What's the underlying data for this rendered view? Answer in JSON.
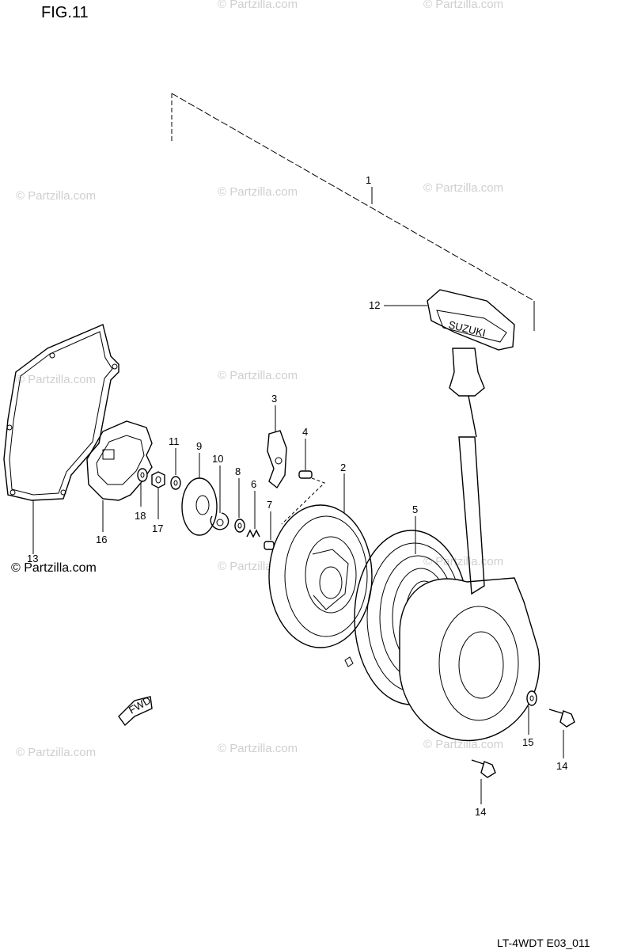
{
  "figure": {
    "title": "FIG.11",
    "code": "LT-4WDT E03_011",
    "fwd_label": "FWD",
    "handle_text": "SUZUKI"
  },
  "watermarks": {
    "text": "© Partzilla.com",
    "dark_text": "© Partzilla.com"
  },
  "callouts": {
    "c1": "1",
    "c2": "2",
    "c3": "3",
    "c4": "4",
    "c5": "5",
    "c6": "6",
    "c7": "7",
    "c8": "8",
    "c9": "9",
    "c10": "10",
    "c11": "11",
    "c12": "12",
    "c13": "13",
    "c14a": "14",
    "c14b": "14",
    "c15": "15",
    "c16": "16",
    "c17": "17",
    "c18": "18"
  }
}
